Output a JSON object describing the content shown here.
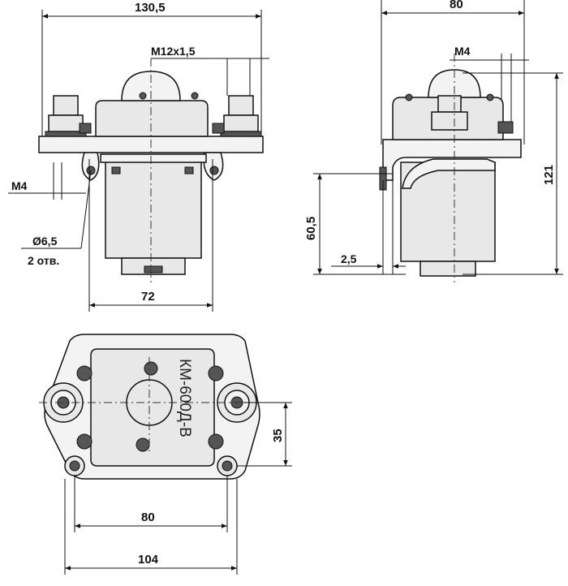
{
  "dimensions": {
    "front_width": "130,5",
    "front_thread": "M12x1,5",
    "front_screw": "M4",
    "front_hole_dia": "Ø6,5",
    "front_hole_count": "2 отв.",
    "front_body_width": "72",
    "side_width": "80",
    "side_screw": "M4",
    "side_height_total": "121",
    "side_height_mount": "60,5",
    "side_offset": "2,5",
    "top_spacing": "35",
    "top_terminal_pitch": "80",
    "top_width": "104"
  },
  "marking": "КМ-600Д-В"
}
